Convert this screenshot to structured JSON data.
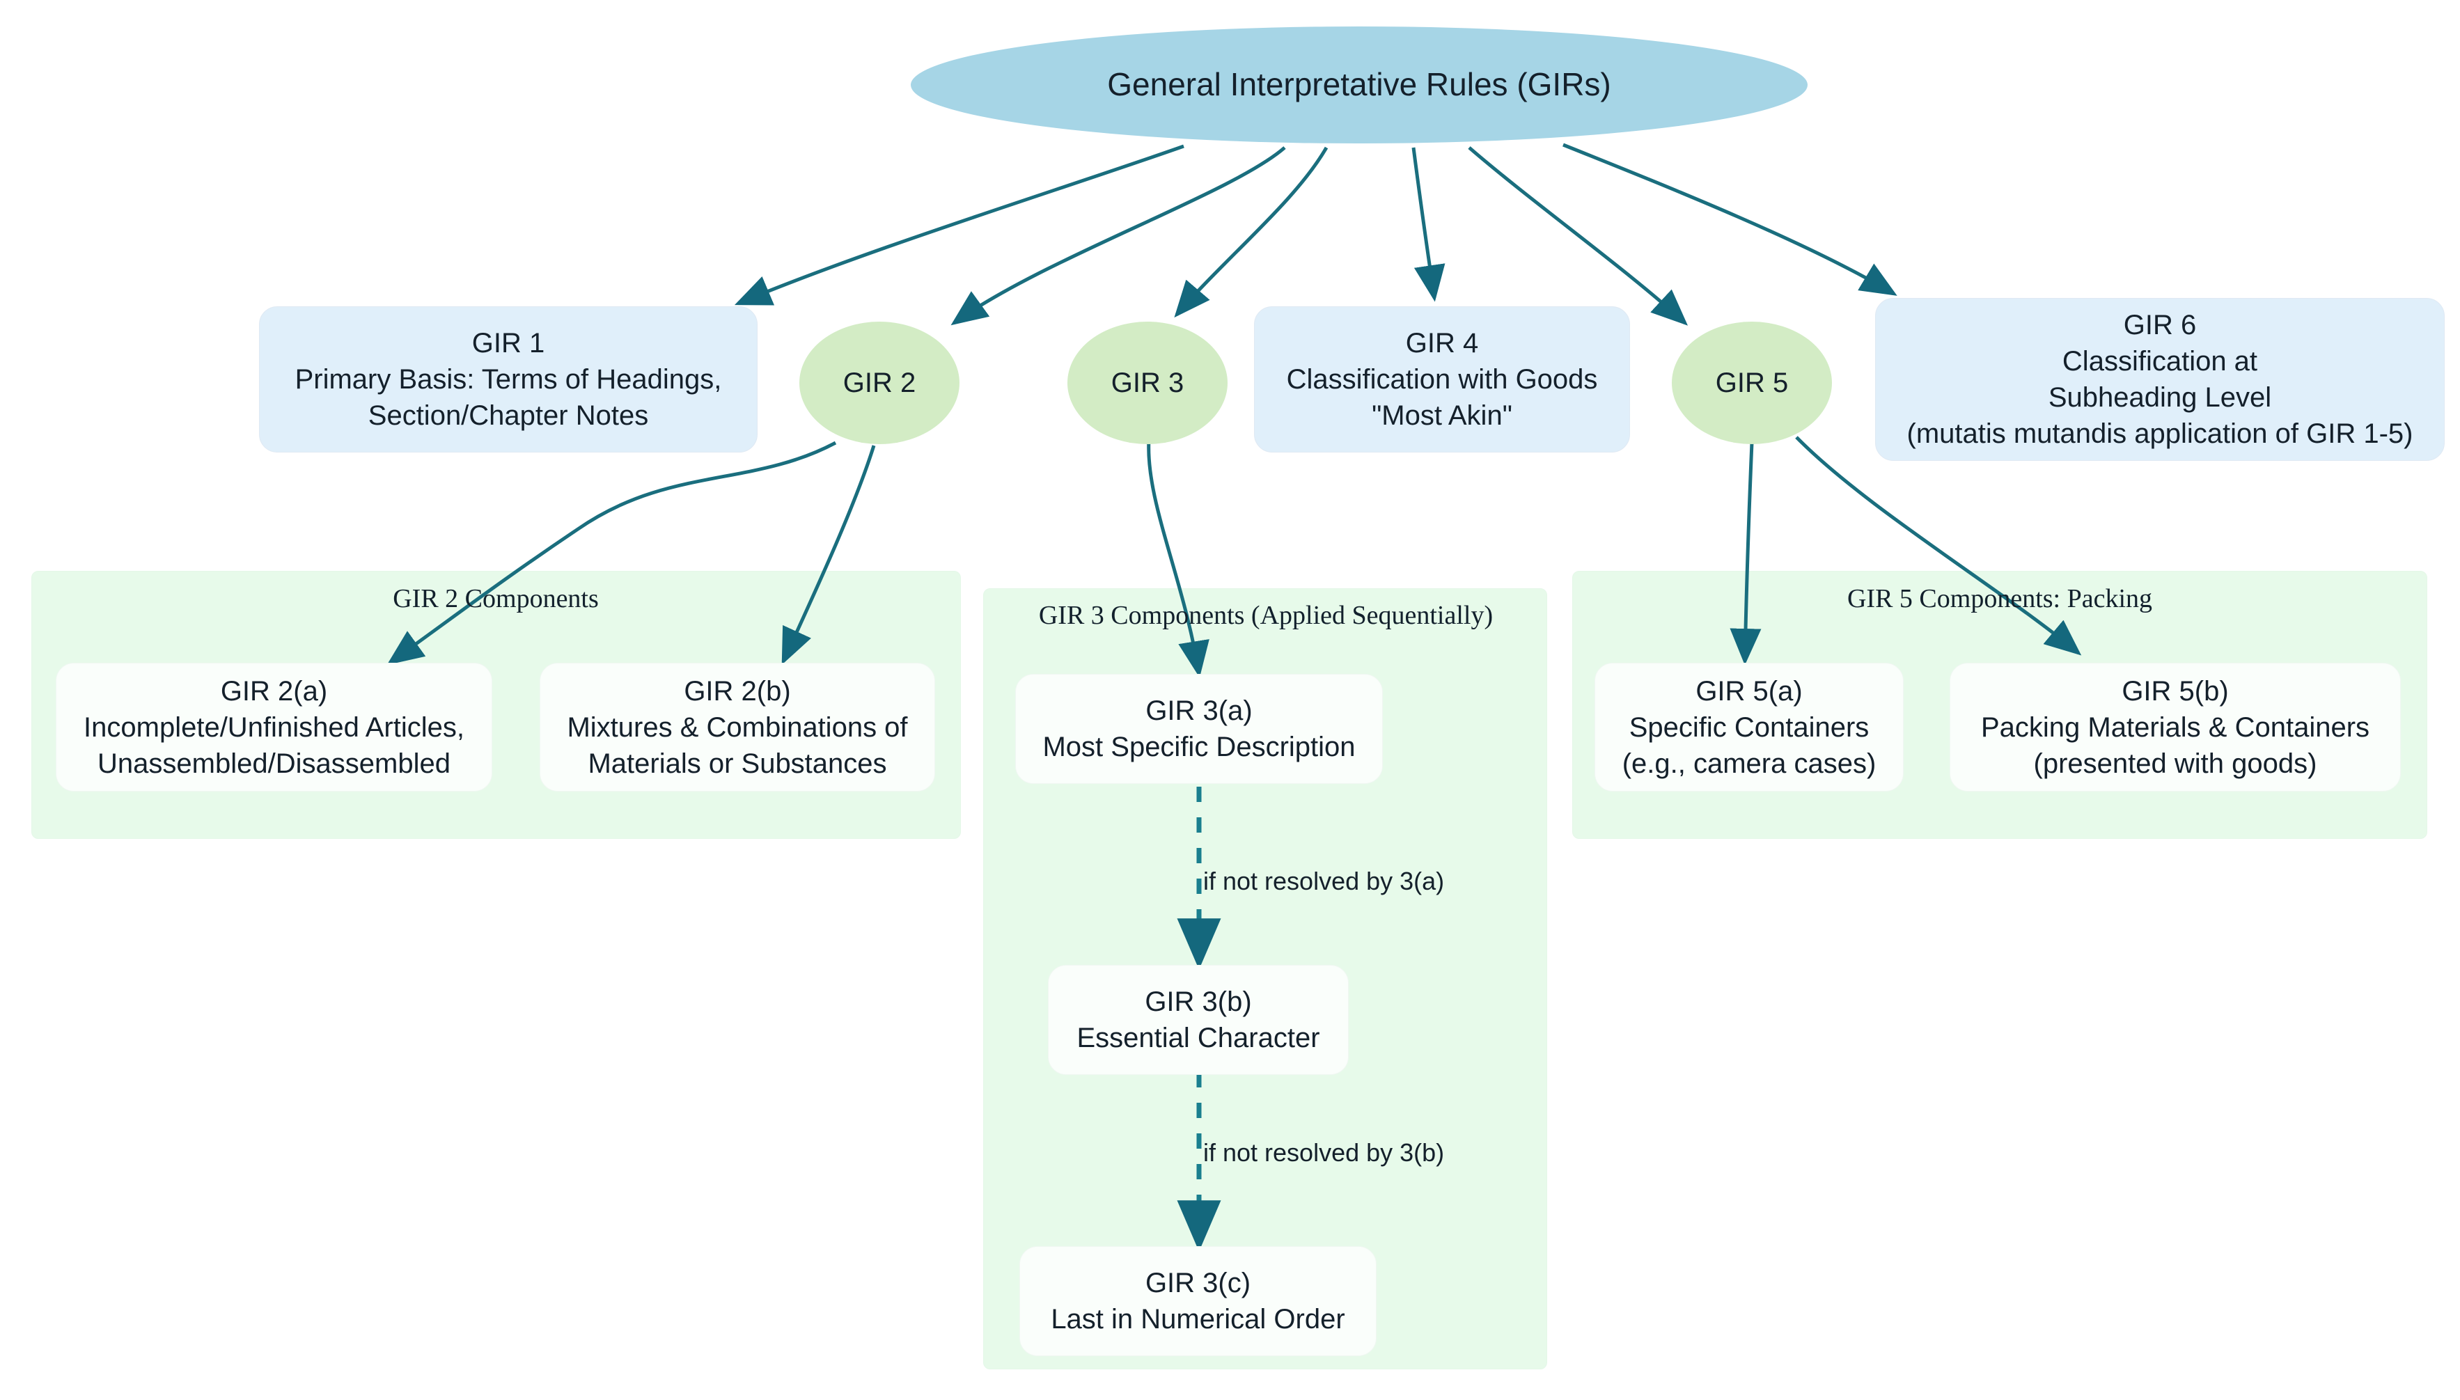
{
  "diagram": {
    "title": "General Interpretative Rules (GIRs) Hierarchy",
    "colors": {
      "root_fill": "#a6d5e6",
      "rule_fill": "#e0effa",
      "ellipse_fill": "#d3ecc5",
      "cluster_fill": "#e7faea",
      "leaf_fill": "#fafefb",
      "edge_stroke": "#1a6e7e",
      "text": "#14202b"
    }
  },
  "root": {
    "id": "gir-root",
    "label": "General Interpretative Rules (GIRs)",
    "shape": "ellipse"
  },
  "rules": [
    {
      "id": "gir1",
      "shape": "rounded-rect",
      "label": "GIR 1\nPrimary Basis: Terms of Headings,\nSection/Chapter Notes"
    },
    {
      "id": "gir2",
      "shape": "ellipse",
      "label": "GIR 2"
    },
    {
      "id": "gir3",
      "shape": "ellipse",
      "label": "GIR 3"
    },
    {
      "id": "gir4",
      "shape": "rounded-rect",
      "label": "GIR 4\nClassification with Goods\n\"Most Akin\""
    },
    {
      "id": "gir5",
      "shape": "ellipse",
      "label": "GIR 5"
    },
    {
      "id": "gir6",
      "shape": "rounded-rect",
      "label": "GIR 6\nClassification at\nSubheading Level\n(mutatis mutandis application of GIR 1-5)"
    }
  ],
  "clusters": [
    {
      "id": "cluster-gir2",
      "title": "GIR 2 Components",
      "nodes": [
        {
          "id": "gir2a",
          "label": "GIR 2(a)\nIncomplete/Unfinished Articles,\nUnassembled/Disassembled"
        },
        {
          "id": "gir2b",
          "label": "GIR 2(b)\nMixtures & Combinations of\nMaterials or Substances"
        }
      ]
    },
    {
      "id": "cluster-gir3",
      "title": "GIR 3 Components (Applied Sequentially)",
      "nodes": [
        {
          "id": "gir3a",
          "label": "GIR 3(a)\nMost Specific Description"
        },
        {
          "id": "gir3b",
          "label": "GIR 3(b)\nEssential Character"
        },
        {
          "id": "gir3c",
          "label": "GIR 3(c)\nLast in Numerical Order"
        }
      ]
    },
    {
      "id": "cluster-gir5",
      "title": "GIR 5 Components: Packing",
      "nodes": [
        {
          "id": "gir5a",
          "label": "GIR 5(a)\nSpecific Containers\n(e.g., camera cases)"
        },
        {
          "id": "gir5b",
          "label": "GIR 5(b)\nPacking Materials & Containers\n(presented with goods)"
        }
      ]
    }
  ],
  "edge_labels": [
    {
      "id": "edge-3a-3b",
      "label": "if not resolved by 3(a)"
    },
    {
      "id": "edge-3b-3c",
      "label": "if not resolved by 3(b)"
    }
  ]
}
